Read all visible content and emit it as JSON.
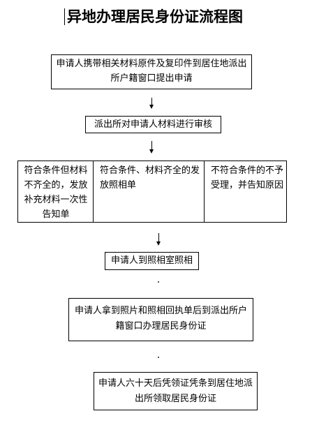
{
  "title": "异地办理居民身份证流程图",
  "steps": {
    "step1": "申请人携带相关材料原件及复印件到居住地派出所户籍窗口提出申请",
    "step2": "派出所对申请人材料进行审核",
    "branch_a": "符合条件但材料不齐全的，发放补充材料一次性告知单",
    "branch_b": "符合条件、材料齐全的发放照相单",
    "branch_c": "不符合条件的不予受理，并告知原因",
    "step3": "申请人到照相室照相",
    "step4": "申请人拿到照片和照相回执单后到派出所户籍窗口办理居民身份证",
    "step5": "申请人六十天后凭领证凭条到居住地派出所领取居民身份证"
  }
}
